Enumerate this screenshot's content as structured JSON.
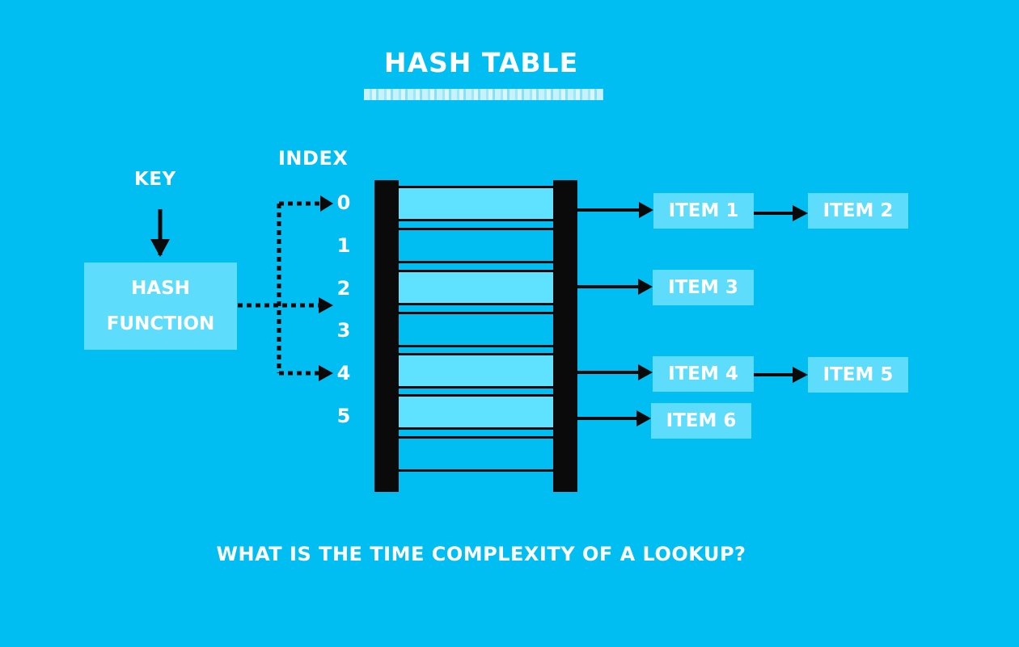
{
  "title": "HASH TABLE",
  "key_label": "KEY",
  "index_label": "INDEX",
  "hash_function": {
    "line1": "HASH",
    "line2": "FUNCTION"
  },
  "indices": [
    "0",
    "1",
    "2",
    "3",
    "4",
    "5"
  ],
  "buckets": [
    {
      "index": "0",
      "filled": true
    },
    {
      "index": "1",
      "filled": false
    },
    {
      "index": "2",
      "filled": true
    },
    {
      "index": "3",
      "filled": false
    },
    {
      "index": "4",
      "filled": true
    },
    {
      "index": "5",
      "filled": true
    },
    {
      "index": "",
      "filled": false
    }
  ],
  "items": [
    "ITEM 1",
    "ITEM 2",
    "ITEM 3",
    "ITEM 4",
    "ITEM 5",
    "ITEM 6"
  ],
  "question": "WHAT IS THE TIME COMPLEXITY OF A LOOKUP?",
  "colors": {
    "background": "#00bdf2",
    "box_fill": "#5edcfb",
    "bucket_fill": "#5ee2ff",
    "ink": "#0a0a0a",
    "text": "#ffffff"
  }
}
